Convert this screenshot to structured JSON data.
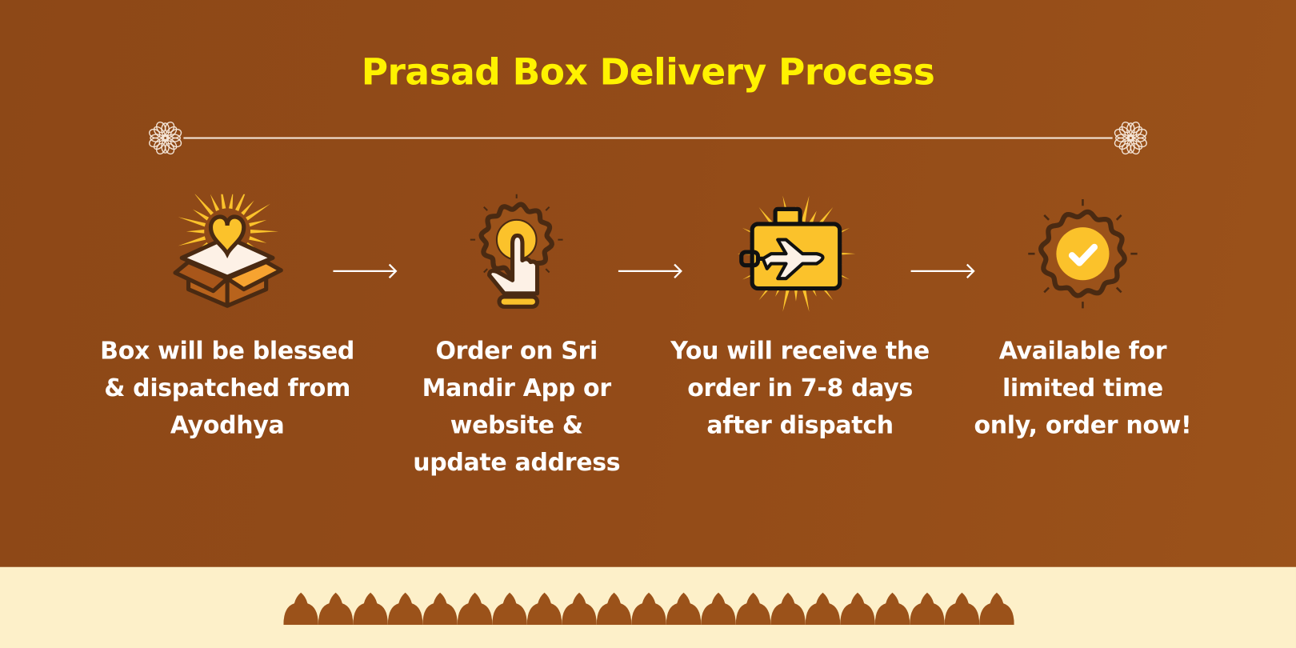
{
  "title": "Prasad Box Delivery Process",
  "colors": {
    "background": "#934b18",
    "title": "#fff200",
    "footer": "#fdf0c9",
    "accent": "#fbc22b",
    "outline": "#4a2a12"
  },
  "steps": [
    {
      "icon": "gift-box-heart-icon",
      "lines": [
        "Box will be blessed",
        "& dispatched from",
        "Ayodhya"
      ]
    },
    {
      "icon": "tap-button-icon",
      "lines": [
        "Order on Sri",
        "Mandir App or",
        "website &",
        "update address"
      ]
    },
    {
      "icon": "travel-suitcase-plane-icon",
      "lines": [
        "You will receive the",
        "order in 7-8 days",
        "after dispatch"
      ]
    },
    {
      "icon": "verified-badge-icon",
      "lines": [
        "Available for",
        "limited time",
        "only, order now!"
      ]
    }
  ]
}
